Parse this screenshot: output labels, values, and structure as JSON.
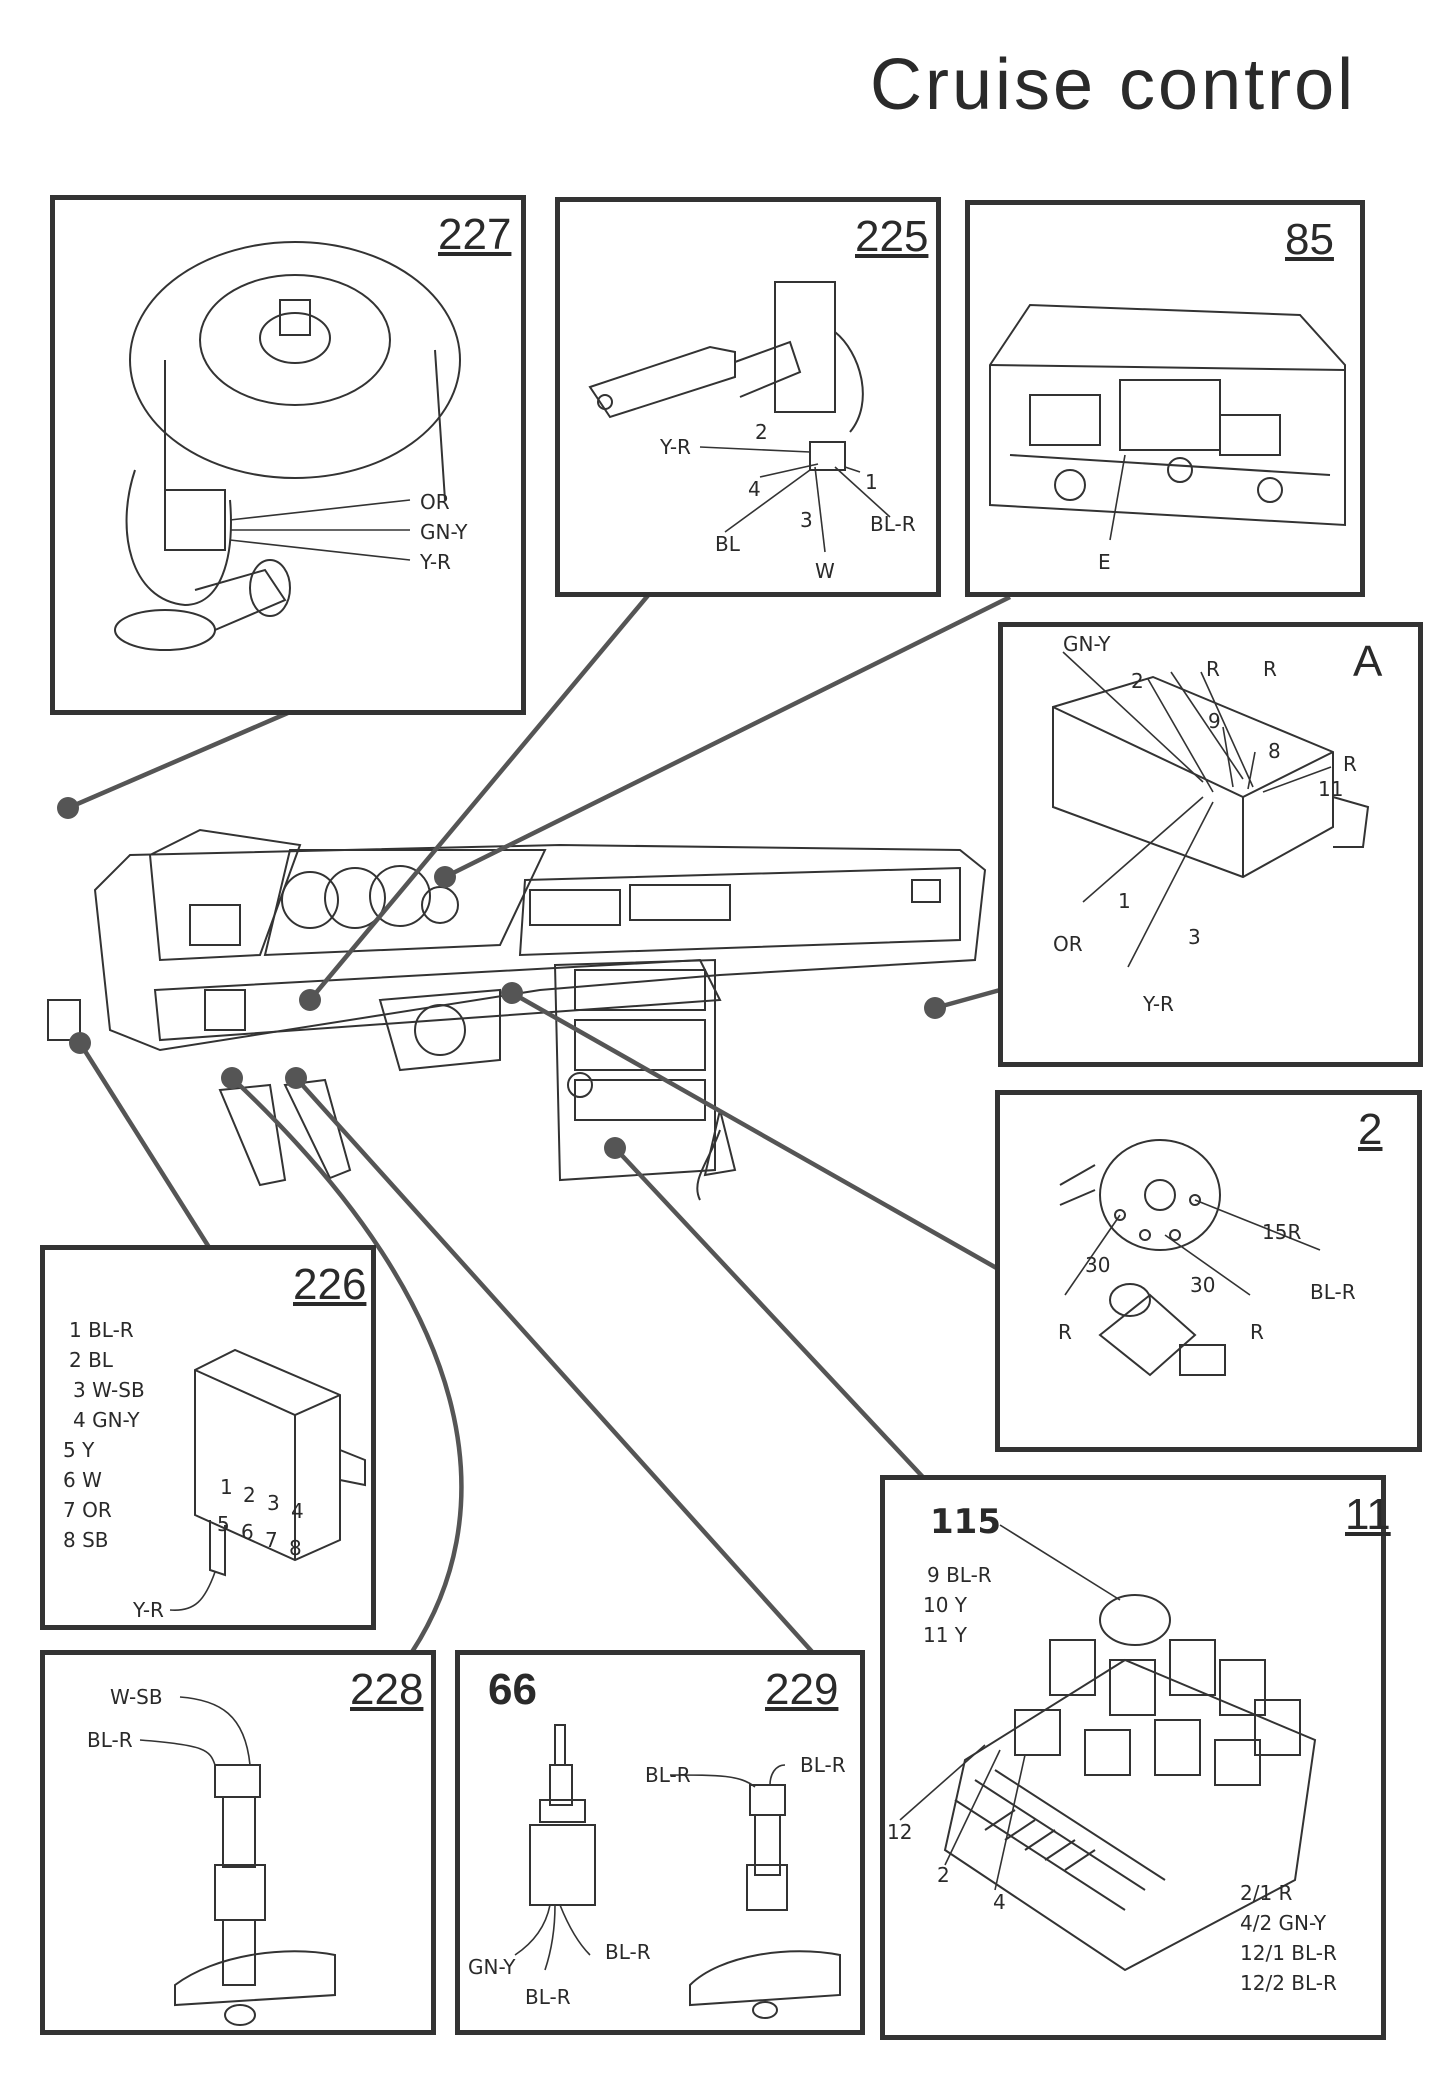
{
  "title": "Cruise control",
  "panels": {
    "p227": {
      "number": "227",
      "labels": [
        "OR",
        "GN-Y",
        "Y-R"
      ]
    },
    "p225": {
      "number": "225",
      "labels": [
        "Y-R",
        "2",
        "4",
        "1",
        "BL",
        "3",
        "BL-R",
        "W"
      ]
    },
    "p85": {
      "number": "85",
      "labels": [
        "E"
      ]
    },
    "pA": {
      "number": "A",
      "labels": [
        "GN-Y",
        "2",
        "R",
        "R",
        "9",
        "8",
        "R",
        "11",
        "1",
        "OR",
        "3",
        "Y-R"
      ]
    },
    "p2": {
      "number": "2",
      "labels": [
        "15R",
        "30",
        "BL-R",
        "30",
        "R",
        "R"
      ]
    },
    "p226": {
      "number": "226",
      "pins": [
        "1 BL-R",
        "2 BL",
        "3 W-SB",
        "4 GN-Y",
        "5 Y",
        "6 W",
        "7 OR",
        "8 SB"
      ],
      "connector": [
        "1",
        "2",
        "3",
        "4",
        "5",
        "6",
        "7",
        "8"
      ],
      "wire": "Y-R"
    },
    "p11": {
      "number": "11",
      "relay": "115",
      "relay_pins": [
        "9 BL-R",
        "10 Y",
        "11 Y"
      ],
      "fuse_labels": [
        "12",
        "2",
        "4"
      ],
      "fuses": [
        "2/1 R",
        "4/2 GN-Y",
        "12/1 BL-R",
        "12/2 BL-R"
      ]
    },
    "p228": {
      "number": "228",
      "labels": [
        "W-SB",
        "BL-R"
      ]
    },
    "p229": {
      "number": "229",
      "number2": "66",
      "labels": [
        "BL-R",
        "BL-R",
        "GN-Y",
        "BL-R",
        "BL-R"
      ]
    }
  }
}
